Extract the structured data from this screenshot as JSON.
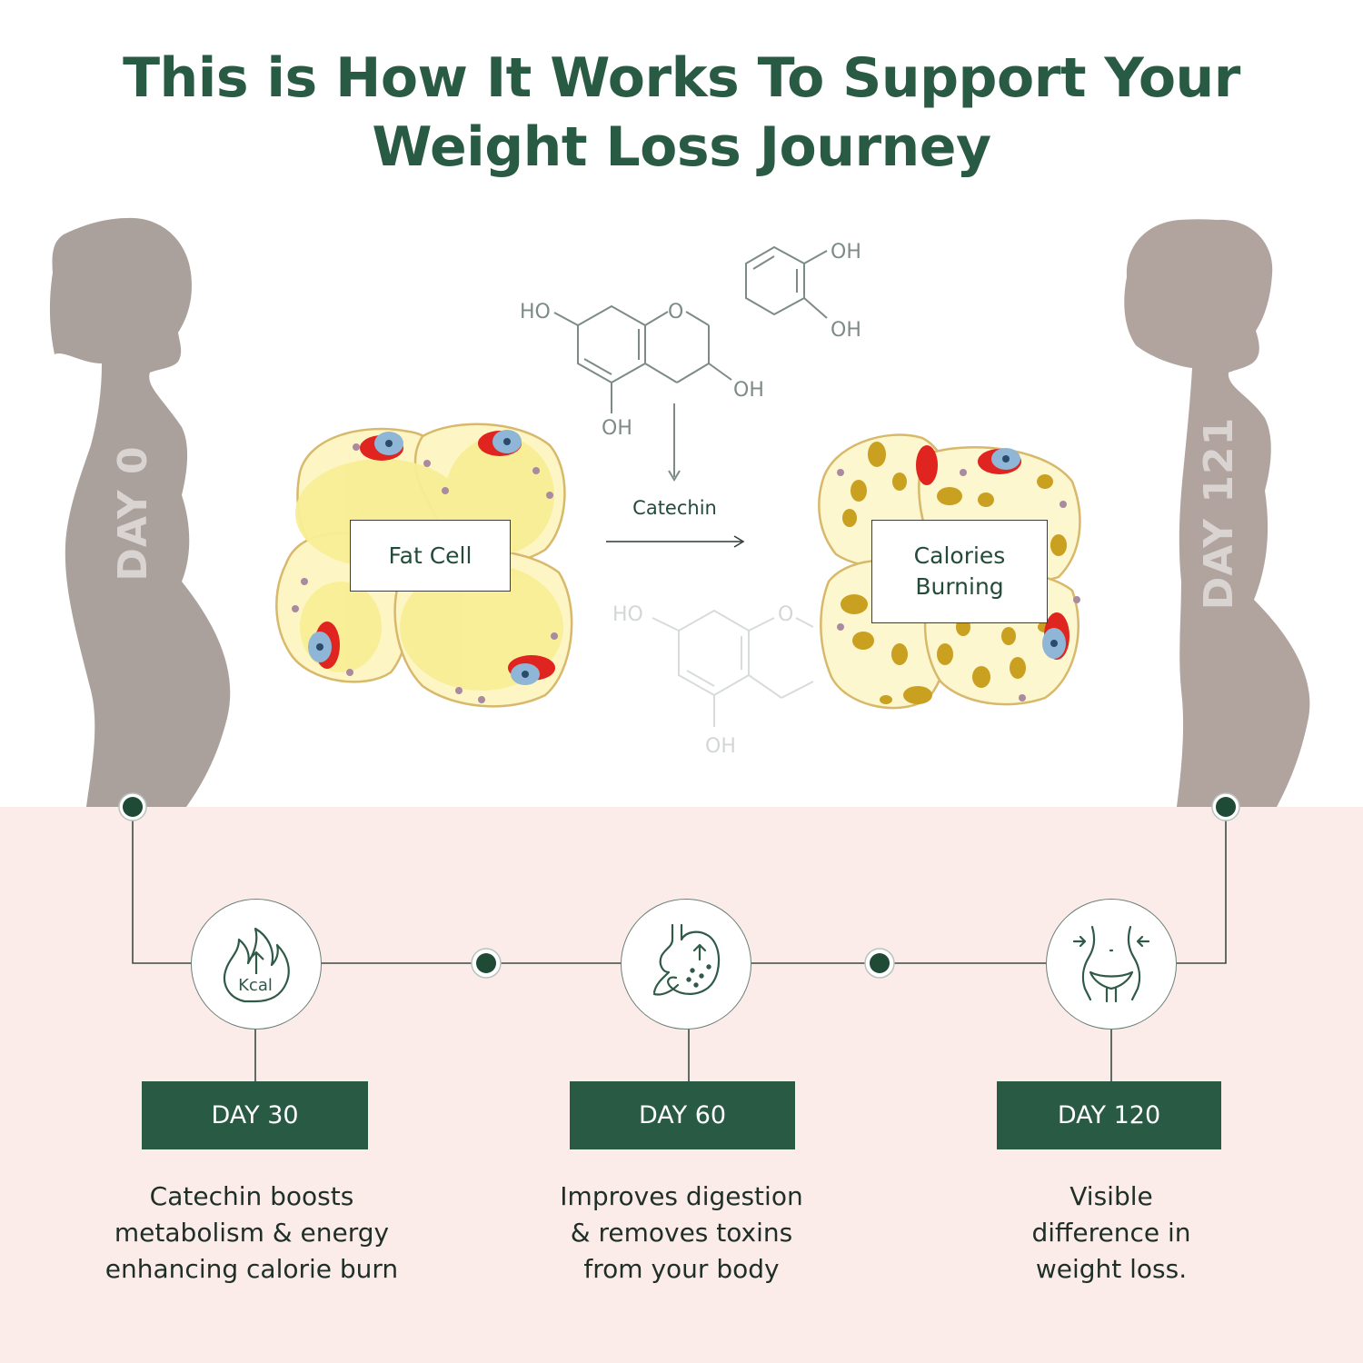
{
  "title": {
    "line1": "This is How It Works To Support Your",
    "line2": "Weight Loss Journey"
  },
  "left_figure": {
    "day_label": "DAY 0"
  },
  "right_figure": {
    "day_label": "DAY 121"
  },
  "chemistry": {
    "labels": {
      "ho": "HO",
      "o": "O",
      "oh": "OH"
    },
    "arrow_label": "Catechin"
  },
  "fat_cell": {
    "label": "Fat Cell"
  },
  "burning_cell": {
    "label_line1": "Calories",
    "label_line2": "Burning"
  },
  "timeline": [
    {
      "icon": "kcal-flame-icon",
      "icon_text": "Kcal",
      "day": "DAY 30",
      "desc": [
        "Catechin boosts",
        "metabolism & energy",
        "enhancing calorie burn"
      ]
    },
    {
      "icon": "stomach-icon",
      "day": "DAY 60",
      "desc": [
        "Improves digestion",
        "& removes toxins",
        "from your body"
      ]
    },
    {
      "icon": "waist-slim-icon",
      "day": "DAY 120",
      "desc": [
        "Visible",
        "difference in",
        "weight loss."
      ]
    }
  ],
  "colors": {
    "brand_green": "#285a44",
    "pink_bg": "#fbece9",
    "silhouette": "#a9a09c",
    "fat_yellow": "#f8ee96",
    "fat_spot": "#caa120"
  }
}
